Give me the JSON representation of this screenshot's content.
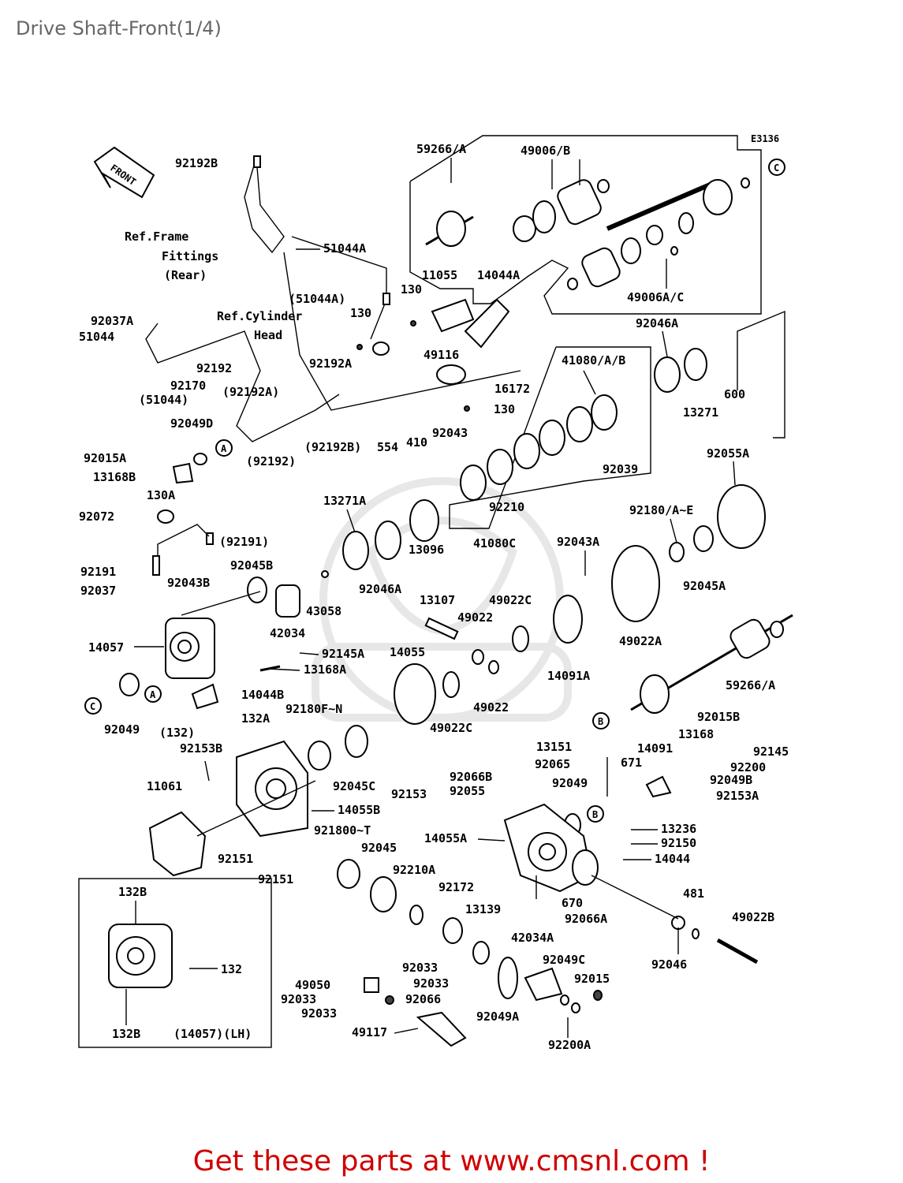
{
  "page": {
    "title": "Drive Shaft-Front(1/4)"
  },
  "diagram": {
    "code": "E3136",
    "front_label": "FRONT",
    "refs": {
      "frame_line1": "Ref.Frame",
      "frame_line2": "Fittings",
      "frame_line3": "(Rear)",
      "cyl_line1": "Ref.Cylinder",
      "cyl_line2": "Head"
    },
    "callouts": {
      "a": "A",
      "b": "B",
      "c": "C"
    },
    "parts": {
      "p59266A": "59266/A",
      "p49006B": "49006/B",
      "p49006AC": "49006A/C",
      "p92192B": "92192B",
      "p51044A": "51044A",
      "p51044A_paren": "(51044A)",
      "p11055": "11055",
      "p14044A": "14044A",
      "p130a": "130",
      "p130b": "130",
      "p130c": "130",
      "p49116": "49116",
      "p92037A": "92037A",
      "p51044": "51044",
      "p92192": "92192",
      "p92170": "92170",
      "p51044_paren": "(51044)",
      "p92192A": "92192A",
      "p92192A_paren": "(92192A)",
      "p92192B_paren": "(92192B)",
      "p92192_paren": "(92192)",
      "p554": "554",
      "p410": "410",
      "p92043": "92043",
      "p16172": "16172",
      "p41080AB": "41080/A/B",
      "p92046A_top": "92046A",
      "p13271": "13271",
      "p600": "600",
      "p92039": "92039",
      "p92049D": "92049D",
      "p92015A": "92015A",
      "p13168B": "13168B",
      "p130A": "130A",
      "p92072": "92072",
      "p92191_paren": "(92191)",
      "p92191": "92191",
      "p92037": "92037",
      "p92045B": "92045B",
      "p92043B": "92043B",
      "p13271A": "13271A",
      "p92210": "92210",
      "p41080C": "41080C",
      "p92055A": "92055A",
      "p92180AE": "92180/A~E",
      "p92043A": "92043A",
      "p92045A": "92045A",
      "p42034": "42034",
      "p43058": "43058",
      "p92046A": "92046A",
      "p13096": "13096",
      "p13107": "13107",
      "p49022C_top": "49022C",
      "p49022_top": "49022",
      "p49022A": "49022A",
      "p14057": "14057",
      "p92145A": "92145A",
      "p14055": "14055",
      "p13168A": "13168A",
      "p14091A": "14091A",
      "p14044B": "14044B",
      "p132_paren": "(132)",
      "p132A": "132A",
      "p92049": "92049",
      "p92180FN": "92180F~N",
      "p49022C": "49022C",
      "p49022_bot": "49022",
      "p59266A_right": "59266/A",
      "p92015B": "92015B",
      "p13168": "13168",
      "p92145": "92145",
      "p92200": "92200",
      "p92049B": "92049B",
      "p92153A": "92153A",
      "p14091": "14091",
      "p671": "671",
      "p13151": "13151",
      "p92065": "92065",
      "p92153B": "92153B",
      "p92153": "92153",
      "p92045C": "92045C",
      "p92066B": "92066B",
      "p92055": "92055",
      "p92049_mid": "92049",
      "p11061": "11061",
      "p14055B": "14055B",
      "p92151a": "92151",
      "p92151b": "92151",
      "p921800T": "921800~T",
      "p92045": "92045",
      "p14055A": "14055A",
      "p13236": "13236",
      "p92150": "92150",
      "p14044": "14044",
      "p92210A": "92210A",
      "p92172": "92172",
      "p670": "670",
      "p92066A": "92066A",
      "p481": "481",
      "p49022B": "49022B",
      "p13139": "13139",
      "p42034A": "42034A",
      "p92046": "92046",
      "p92033a": "92033",
      "p92033b": "92033",
      "p49050": "49050",
      "p92033c": "92033",
      "p92033d": "92033",
      "p92066": "92066",
      "p92049C": "92049C",
      "p92015": "92015",
      "p92049A": "92049A",
      "p49117": "49117",
      "p92200A": "92200A",
      "p132B_top": "132B",
      "p132": "132",
      "p132B_bot": "132B",
      "p14057LH": "(14057)(LH)"
    }
  },
  "footer": {
    "banner": "Get these parts at www.cmsnl.com !"
  }
}
